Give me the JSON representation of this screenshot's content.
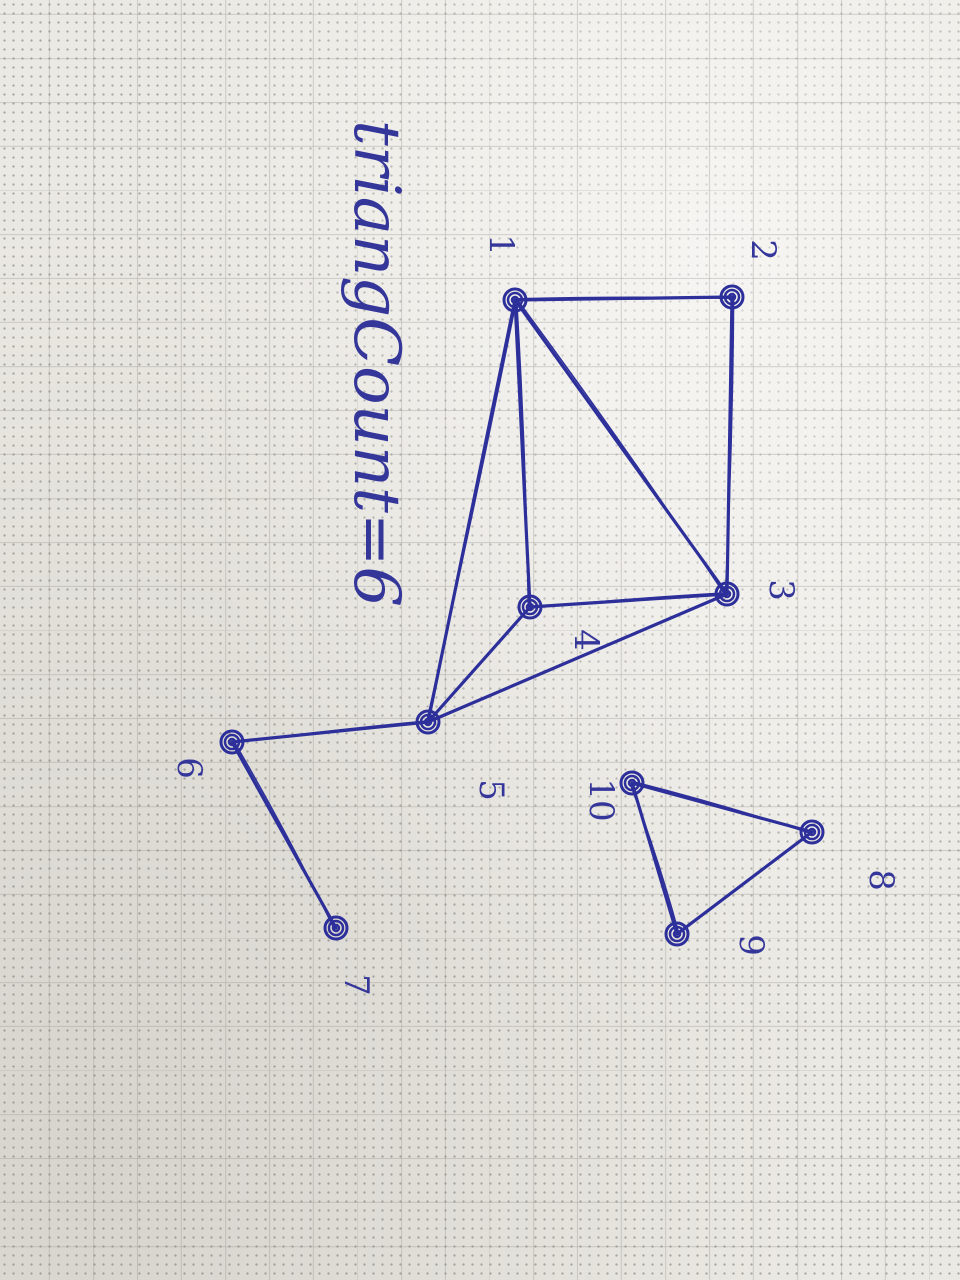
{
  "caption": "triangCount=6",
  "nodes": [
    {
      "id": "1",
      "label": "1"
    },
    {
      "id": "2",
      "label": "2"
    },
    {
      "id": "3",
      "label": "3"
    },
    {
      "id": "4",
      "label": "4"
    },
    {
      "id": "5",
      "label": "5"
    },
    {
      "id": "6",
      "label": "6"
    },
    {
      "id": "7",
      "label": "7"
    },
    {
      "id": "8",
      "label": "8"
    },
    {
      "id": "9",
      "label": "9"
    },
    {
      "id": "10",
      "label": "10"
    }
  ],
  "edges": [
    [
      "1",
      "2"
    ],
    [
      "2",
      "3"
    ],
    [
      "1",
      "3"
    ],
    [
      "1",
      "4"
    ],
    [
      "1",
      "5"
    ],
    [
      "3",
      "4"
    ],
    [
      "3",
      "5"
    ],
    [
      "4",
      "5"
    ],
    [
      "5",
      "6"
    ],
    [
      "6",
      "7"
    ],
    [
      "10",
      "8"
    ],
    [
      "8",
      "9"
    ],
    [
      "9",
      "10"
    ]
  ],
  "colors": {
    "ink": "#2d2f9a",
    "paper": "#ebe9e3"
  }
}
